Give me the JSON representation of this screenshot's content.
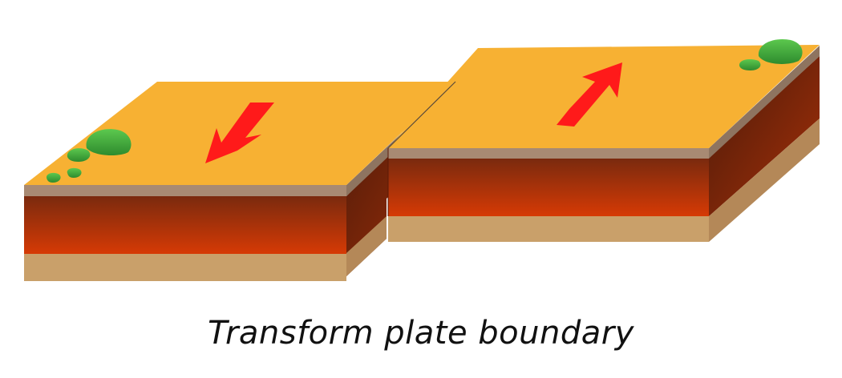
{
  "caption": "Transform plate boundary",
  "colors": {
    "plate_top": "#F7B133",
    "crust_edge": "#A88A73",
    "mantle_dark": "#7A2A0E",
    "mantle_light": "#D63A05",
    "base_layer": "#C9A06A",
    "arrow": "#FF1A1A",
    "vegetation": "#3FAE3A"
  },
  "plates": [
    {
      "name": "left plate",
      "motion": "down-left",
      "arrow_icon": "arrow-down-left-icon"
    },
    {
      "name": "right plate",
      "motion": "up-right",
      "arrow_icon": "arrow-up-right-icon"
    }
  ]
}
